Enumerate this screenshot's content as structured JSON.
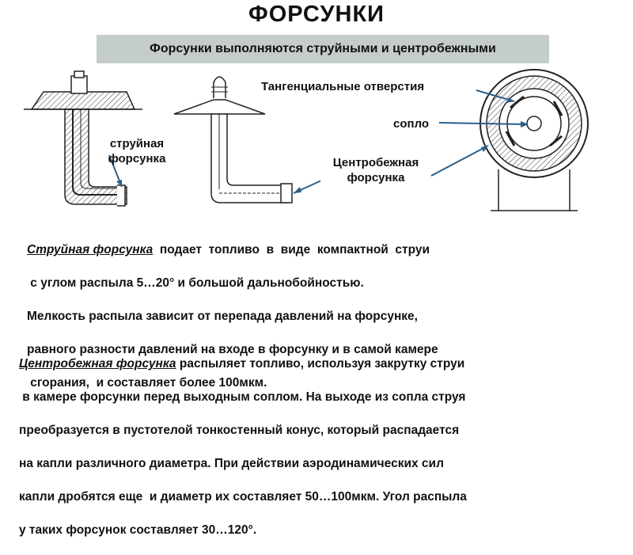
{
  "title": "ФОРСУНКИ",
  "banner": "Форсунки выполняются струйными и центробежными",
  "figure_labels": {
    "jet_line1": "струйная",
    "jet_line2": "форсунка",
    "tangential": "Тангенциальные отверстия",
    "nozzle": "сопло",
    "centrifugal_line1": "Центробежная",
    "centrifugal_line2": "форсунка"
  },
  "paragraph1": {
    "term": "Струйная форсунка",
    "line1_rest": "  подает  топливо  в  виде  компактной  струи",
    "line2": " с углом распыла 5…20° и большой дальнобойностью.",
    "line3": "Мелкость распыла зависит от перепада давлений на форсунке,",
    "line4": "равного разности давлений на входе в форсунку и в самой камере",
    "line5": " сгорания,  и составляет более 100мкм."
  },
  "paragraph2": {
    "term": "Центробежная форсунка",
    "line1_rest": " распыляет топливо, используя закрутку струи",
    "line2": " в камере форсунки перед выходным соплом. На выходе из сопла струя",
    "line3": "преобразуется в пустотелой тонкостенный конус, который распадается",
    "line4": "на капли различного диаметра. При действии аэродинамических сил",
    "line5": "капли дробятся еще  и диаметр их составляет 50…100мкм. Угол распыла",
    "line6": "у таких форсунок составляет 30…120°."
  }
}
